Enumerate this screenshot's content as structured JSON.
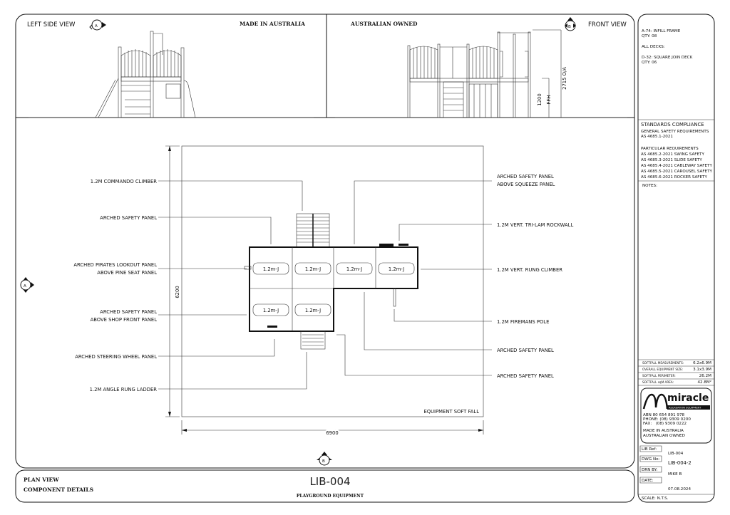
{
  "header": {
    "left_view": "LEFT SIDE VIEW",
    "made_in": "MADE IN AUSTRALIA",
    "owned": "AUSTRALIAN OWNED",
    "front_view": "FRONT VIEW",
    "marker_a": "A",
    "marker_b": "B",
    "dim_overall": "2715 O/A",
    "dim_ffh_value": "1200",
    "dim_ffh_label": "FFH"
  },
  "plan": {
    "width_dim": "6900",
    "height_dim": "6200",
    "softfall_label": "EQUIPMENT SOFT FALL",
    "deck_label": "1.2m-J",
    "left_labels": [
      [
        "1.2M COMMANDO CLIMBER"
      ],
      [
        "ARCHED SAFETY PANEL"
      ],
      [
        "ARCHED PIRATES LOOKOUT PANEL",
        "ABOVE PINE SEAT PANEL"
      ],
      [
        "ARCHED SAFETY PANEL",
        "ABOVE SHOP FRONT PANEL"
      ],
      [
        "ARCHED STEERING WHEEL PANEL"
      ],
      [
        "1.2M ANGLE RUNG LADDER"
      ]
    ],
    "right_labels": [
      [
        "ARCHED SAFETY PANEL",
        "ABOVE SQUEEZE PANEL"
      ],
      [
        "1.2M VERT. TRI-LAM ROCKWALL"
      ],
      [
        "1.2M VERT. RUNG CLIMBER"
      ],
      [
        "1.2M FIREMANS POLE"
      ],
      [
        "ARCHED SAFETY PANEL"
      ],
      [
        "ARCHED SAFETY PANEL"
      ]
    ]
  },
  "side_panel": {
    "parts": [
      "A-74: INFILL FRAME",
      "QTY: 08",
      "ALL DECKS:",
      "D-32: SQUARE JOIN DECK",
      "QTY: 06"
    ],
    "standards_title": "STANDARDS COMPLIANCE",
    "general": "GENERAL SAFETY REQUIREMENTS",
    "general_std": "AS 4685.1-2021",
    "particular": "PARTICULAR REQUIREMENTS",
    "particular_list": [
      "AS 4685.2-2021 SWING SAFETY",
      "AS 4685.3-2021 SLIDE SAFETY",
      "AS 4685.4-2021 CABLEWAY SAFETY",
      "AS 4685.5-2021 CAROUSEL SAFETY",
      "AS 4685.6-2021 ROCKER SAFETY"
    ],
    "notes": "NOTES:",
    "softfall": [
      {
        "label": "SOFTFALL MEASUREMENTS:",
        "value": "6.2x6.9M"
      },
      {
        "label": "OVERALL EQUIPMENT SIZE:",
        "value": "3.1x3.9M"
      },
      {
        "label": "SOFTFALL PERIMETER:",
        "value": "26.2M"
      },
      {
        "label": "SOFTFALL sqM AREA:",
        "value": "42.8M²"
      }
    ],
    "brand": "miracle",
    "brand_sub": "RECREATION EQUIPMENT",
    "abn": "ABN 80 654 891 978",
    "phone": "PHONE: (08) 9309 0200",
    "fax": "FAX:   (08) 9309 0222",
    "made": "MADE IN AUSTRALIA",
    "owned": "AUSTRALIAN OWNED",
    "lib_ref_label": "LIB Ref:",
    "lib_ref": "LIB-004",
    "dwg_label": "DWG No:",
    "dwg": "LIB-004-2",
    "drn_label": "DRN BY:",
    "drn": "MIKE B",
    "date_label": "DATE:",
    "date": "07.08.2024",
    "scale": "SCALE: N.T.S."
  },
  "footer": {
    "line1": "PLAN VIEW",
    "line2": "COMPONENT DETAILS",
    "code": "LIB-004",
    "subtitle": "PLAYGROUND EQUIPMENT"
  }
}
